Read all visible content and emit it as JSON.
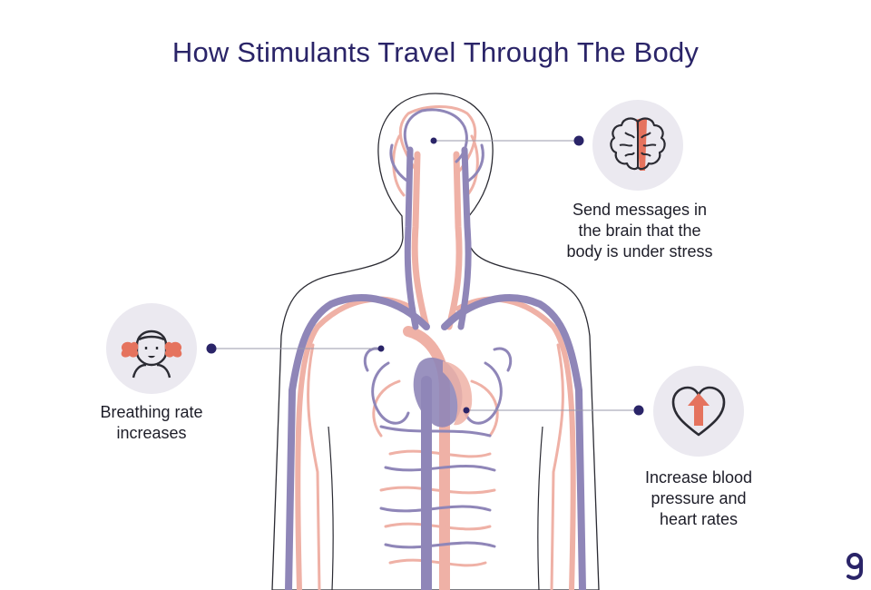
{
  "title": "How Stimulants Travel Through The Body",
  "callouts": {
    "brain": {
      "label": "Send messages in\nthe brain that the\nbody is under stress",
      "icon": "brain-icon"
    },
    "breathing": {
      "label": "Breathing rate\nincreases",
      "icon": "breathing-person-icon"
    },
    "heart": {
      "label": "Increase blood\npressure and\nheart rates",
      "icon": "heart-arrow-up-icon"
    }
  },
  "colors": {
    "title": "#2a2468",
    "vein": "#8f86b8",
    "artery": "#efb1a6",
    "accent": "#e5735e",
    "dot": "#2a2468",
    "circle_bg": "#ebe9f0"
  },
  "logo": {
    "icon": "g-logo-icon"
  }
}
